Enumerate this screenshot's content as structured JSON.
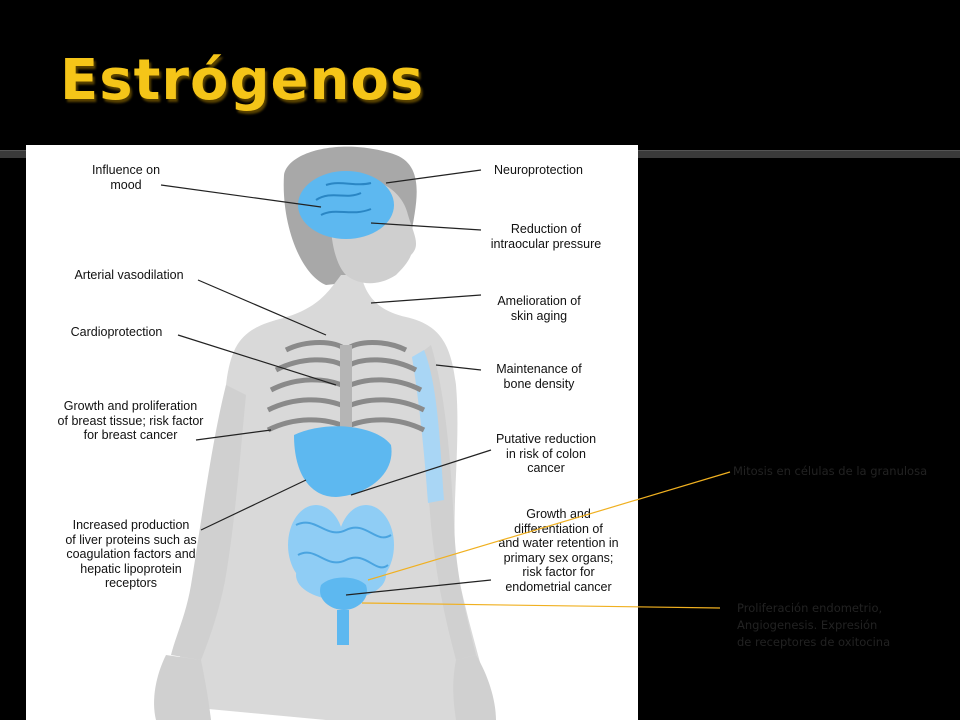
{
  "slide": {
    "title": "Estrógenos"
  },
  "diagram": {
    "labels": {
      "mood": "Influence on\nmood",
      "neuro": "Neuroprotection",
      "intraocular": "Reduction of\nintraocular pressure",
      "vasodilation": "Arterial vasodilation",
      "skin": "Amelioration of\nskin aging",
      "cardio": "Cardioprotection",
      "bone": "Maintenance of\nbone density",
      "breast": "Growth and proliferation\nof breast tissue; risk factor\nfor breast cancer",
      "colon": "Putative reduction\nin risk of colon\ncancer",
      "liver": "Increased production\nof liver proteins such as\ncoagulation factors and\nhepatic lipoprotein\nreceptors",
      "sex_organs": "Growth and\ndifferentiation of\nand water retention in\nprimary sex organs;\nrisk factor for\nendometrial cancer"
    }
  },
  "annotations": {
    "granulosa": "Mitosis en células de la granulosa",
    "endometrio": "Proliferación endometrio,\nAngiogenesis. Expresión\nde receptores de oxitocina"
  },
  "colors": {
    "title": "#f5c518",
    "organ": "#5db8f0",
    "callout_line": "#f0b020"
  }
}
